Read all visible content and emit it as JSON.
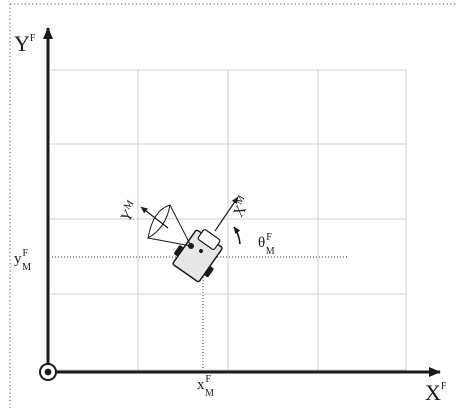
{
  "figure": {
    "axes": {
      "y_axis": {
        "letter": "Y",
        "superscript": "F"
      },
      "x_axis": {
        "letter": "X",
        "superscript": "F"
      }
    },
    "robot": {
      "x_axis": {
        "letter": "X",
        "superscript": "M"
      },
      "y_axis": {
        "letter": "Y",
        "superscript": "M"
      },
      "heading": {
        "letter": "θ",
        "superscript": "F",
        "subscript": "M"
      }
    },
    "position_labels": {
      "x": {
        "letter": "x",
        "superscript": "F",
        "subscript": "M"
      },
      "y": {
        "letter": "y",
        "superscript": "F",
        "subscript": "M"
      }
    },
    "colors": {
      "axis": "#1a1a1a",
      "grid": "#cfcfcf",
      "robot_body": "#e6e6e6",
      "wheel": "#1a1a1a",
      "frame_border": "#555555"
    }
  }
}
